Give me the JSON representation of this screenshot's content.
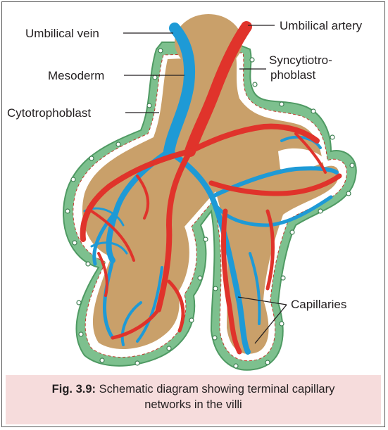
{
  "labels": {
    "umbilical_vein": "Umbilical vein",
    "umbilical_artery": "Umbilical artery",
    "mesoderm": "Mesoderm",
    "syncytiotrophoblast_line1": "Syncytiotro-",
    "syncytiotrophoblast_line2": "phoblast",
    "cytotrophoblast": "Cytotrophoblast",
    "capillaries": "Capillaries"
  },
  "caption": {
    "fig_number": "Fig. 3.9:",
    "text_line1": "Schematic diagram showing terminal capillary",
    "text_line2": "networks in the villi"
  },
  "colors": {
    "trophoblast_green": "#7dc08e",
    "mesoderm_tan": "#c9a06a",
    "artery_red": "#e0332b",
    "vein_blue": "#1e9ad6",
    "caption_bg": "#f6dcdc"
  }
}
